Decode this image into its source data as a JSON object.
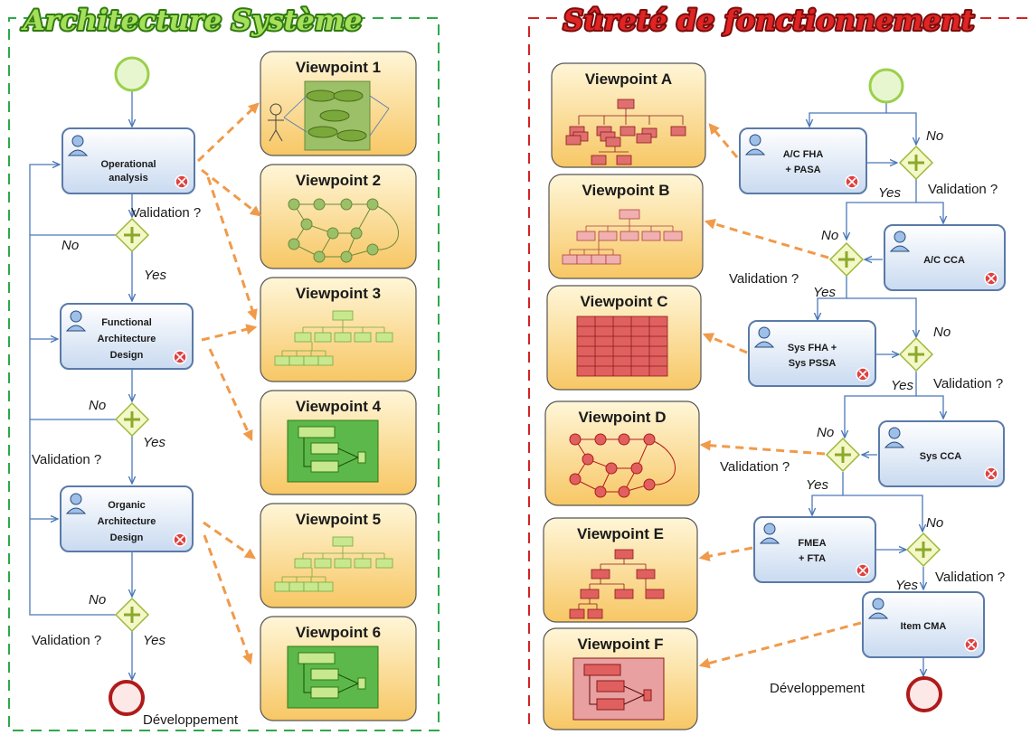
{
  "panels": {
    "left_title": "Architecture Système",
    "right_title": "Sûreté de fonctionnement"
  },
  "viewpoints": {
    "v1": "Viewpoint 1",
    "v2": "Viewpoint 2",
    "v3": "Viewpoint 3",
    "v4": "Viewpoint 4",
    "v5": "Viewpoint 5",
    "v6": "Viewpoint 6",
    "vA": "Viewpoint A",
    "vB": "Viewpoint B",
    "vC": "Viewpoint C",
    "vD": "Viewpoint D",
    "vE": "Viewpoint E",
    "vF": "Viewpoint F"
  },
  "tasks": {
    "op": [
      "Operational",
      "analysis"
    ],
    "fad": [
      "Functional",
      "Architecture",
      "Design"
    ],
    "oad": [
      "Organic",
      "Architecture",
      "Design"
    ],
    "fha": [
      "A/C FHA",
      "+ PASA"
    ],
    "cca": [
      "A/C CCA"
    ],
    "sysfha": [
      "Sys FHA +",
      "Sys PSSA"
    ],
    "syscca": [
      "Sys CCA"
    ],
    "fmea": [
      "FMEA",
      "+ FTA"
    ],
    "cma": [
      "Item CMA"
    ]
  },
  "labels": {
    "validation": "Validation ?",
    "validation_r": "Validation ?",
    "no": "No",
    "yes": "Yes",
    "end": "Développement"
  },
  "colors": {
    "task_stroke": "#5a7aa8",
    "gateway": "#9cb83a",
    "arrow": "#f09a4a",
    "start": "#9ad04a",
    "end": "#b01a1a"
  }
}
